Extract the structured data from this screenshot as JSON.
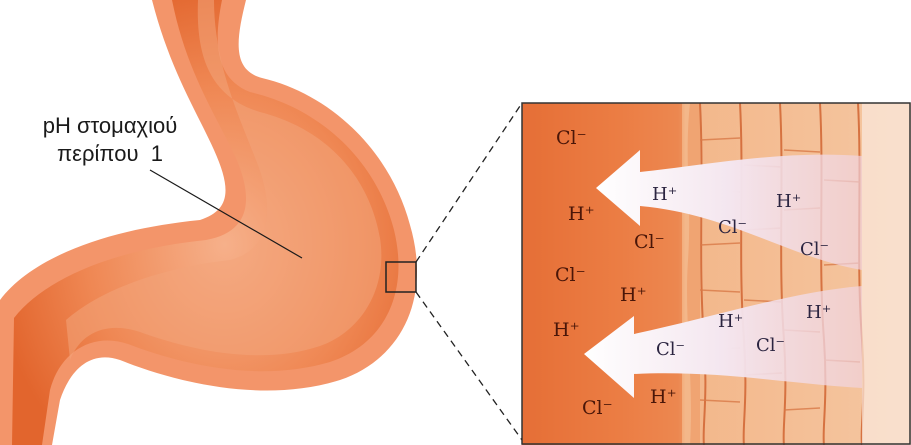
{
  "caption": {
    "line1": "pH στομαχιού",
    "line2": "περίπου  1"
  },
  "ions": {
    "cl_1": "Cl⁻",
    "h_1": "H⁺",
    "cl_2": "Cl⁻",
    "cl_3": "Cl⁻",
    "h_2": "H⁺",
    "h_3": "H⁺",
    "cl_4": "Cl⁻",
    "h_4": "H⁺",
    "arrow1_h_a": "H⁺",
    "arrow1_cl_a": "Cl⁻",
    "arrow1_h_b": "H⁺",
    "arrow1_cl_b": "Cl⁻",
    "arrow2_h_a": "H⁺",
    "arrow2_h_b": "H⁺",
    "arrow2_cl_a": "Cl⁻",
    "arrow2_cl_b": "Cl⁻"
  },
  "colors": {
    "stomach_wall": "#f08a58",
    "stomach_lumen": "#ee7440",
    "mucosa": "#e86c35",
    "arrow_fill": "#f3e4ee",
    "inset_border": "#333333"
  }
}
